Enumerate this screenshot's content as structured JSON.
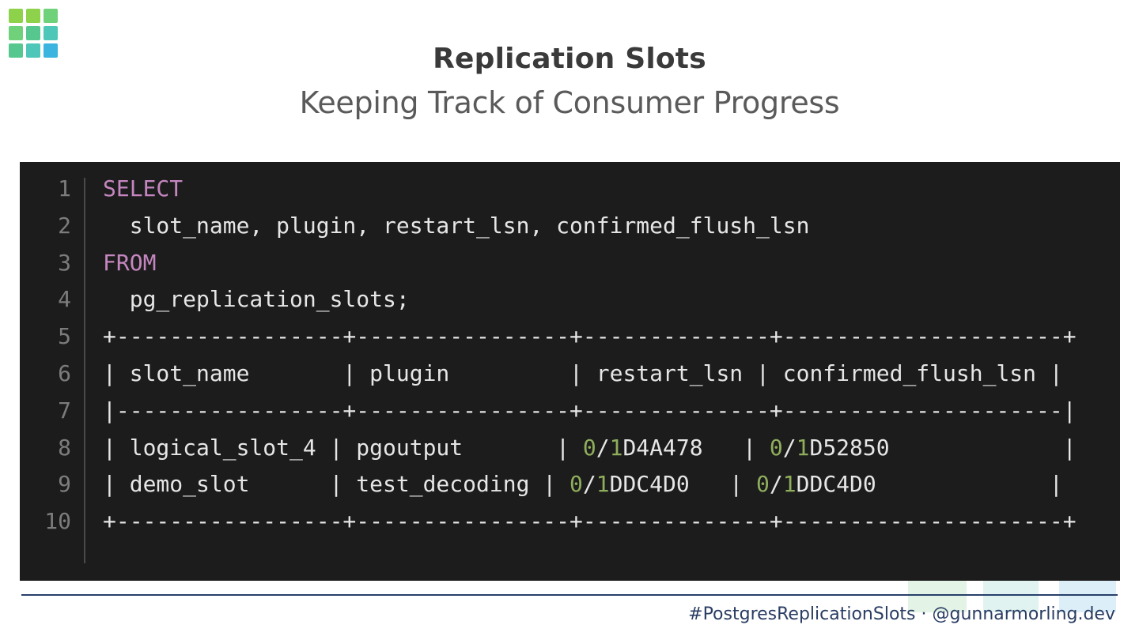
{
  "logo": {
    "icon": "grid-logo-icon",
    "colors": [
      "#8dd24a",
      "#8dd24a",
      "#6fd27a",
      "#6fd27a",
      "#56c88f",
      "#4ec7b8",
      "#56c88f",
      "#4ec7b8",
      "#3bb4e0"
    ]
  },
  "header": {
    "title": "Replication Slots",
    "subtitle": "Keeping Track of Consumer Progress"
  },
  "code": {
    "lines": [
      {
        "no": "1",
        "segments": [
          {
            "t": "SELECT",
            "c": "kw"
          }
        ]
      },
      {
        "no": "2",
        "segments": [
          {
            "t": "  slot_name, plugin, restart_lsn, confirmed_flush_lsn",
            "c": ""
          }
        ]
      },
      {
        "no": "3",
        "segments": [
          {
            "t": "FROM",
            "c": "kw"
          }
        ]
      },
      {
        "no": "4",
        "segments": [
          {
            "t": "  pg_replication_slots;",
            "c": ""
          }
        ]
      },
      {
        "no": "5",
        "segments": [
          {
            "t": "+-----------------+----------------+--------------+---------------------+",
            "c": ""
          }
        ]
      },
      {
        "no": "6",
        "segments": [
          {
            "t": "| slot_name       | plugin         | restart_lsn | confirmed_flush_lsn |",
            "c": ""
          }
        ]
      },
      {
        "no": "7",
        "segments": [
          {
            "t": "|-----------------+----------------+--------------+---------------------|",
            "c": ""
          }
        ]
      },
      {
        "no": "8",
        "segments": [
          {
            "t": "| logical_slot_4 | pgoutput       | ",
            "c": ""
          },
          {
            "t": "0",
            "c": "num"
          },
          {
            "t": "/",
            "c": ""
          },
          {
            "t": "1",
            "c": "num"
          },
          {
            "t": "D4A478   | ",
            "c": ""
          },
          {
            "t": "0",
            "c": "num"
          },
          {
            "t": "/",
            "c": ""
          },
          {
            "t": "1",
            "c": "num"
          },
          {
            "t": "D52850             |",
            "c": ""
          }
        ]
      },
      {
        "no": "9",
        "segments": [
          {
            "t": "| demo_slot      | test_decoding | ",
            "c": ""
          },
          {
            "t": "0",
            "c": "num"
          },
          {
            "t": "/",
            "c": ""
          },
          {
            "t": "1",
            "c": "num"
          },
          {
            "t": "DDC4D0   | ",
            "c": ""
          },
          {
            "t": "0",
            "c": "num"
          },
          {
            "t": "/",
            "c": ""
          },
          {
            "t": "1",
            "c": "num"
          },
          {
            "t": "DDC4D0             |",
            "c": ""
          }
        ]
      },
      {
        "no": "10",
        "segments": [
          {
            "t": "+-----------------+----------------+--------------+---------------------+",
            "c": ""
          }
        ]
      }
    ]
  },
  "footer": {
    "text": "#PostgresReplicationSlots · @gunnarmorling.dev",
    "deco_colors": [
      "#e3f3e6",
      "#e0f3f1",
      "#dceff8"
    ]
  }
}
